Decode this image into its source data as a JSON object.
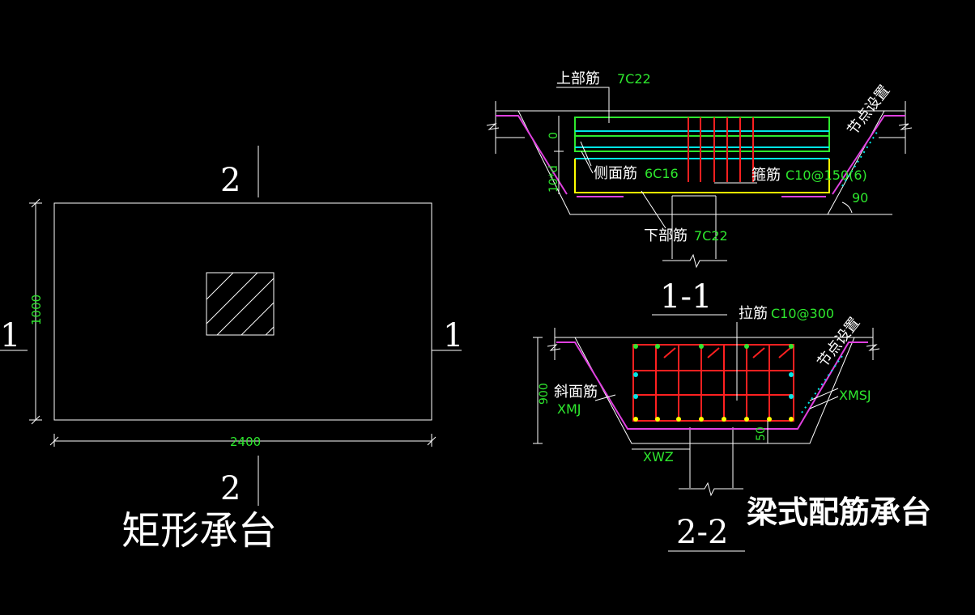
{
  "colors": {
    "background": "#000000",
    "line": "#ffffff",
    "dimension_text": "#2ee82e",
    "top_bar": "#2ee82e",
    "side_bar": "#00e5e5",
    "bottom_bar": "#ffff00",
    "stirrup": "#ff2020",
    "haunch": "#e040e0"
  },
  "plan": {
    "title": "矩形承台",
    "section_mark_2": "2",
    "section_mark_1": "1",
    "width_dim": "2400",
    "height_dim": "1000"
  },
  "section_1": {
    "title": "1-1",
    "top_bar_label": "上部筋",
    "top_bar_value": "7C22",
    "side_bar_label": "侧面筋",
    "side_bar_value": "6C16",
    "bottom_bar_label": "下部筋",
    "bottom_bar_value": "7C22",
    "stirrup_label": "箍筋",
    "stirrup_value": "C10@150(6)",
    "node_label": "节点设置",
    "dim_0": "0",
    "dim_10d": "10*d",
    "angle": "90"
  },
  "section_2": {
    "title": "2-2",
    "tie_label": "拉筋",
    "tie_value": "C10@300",
    "slope_label": "斜面筋",
    "xmj": "XMJ",
    "xmsj": "XMSJ",
    "xwz": "XWZ",
    "node_label": "节点设置",
    "dim_900": "900",
    "dim_50": "50"
  },
  "caption": "梁式配筋承台"
}
